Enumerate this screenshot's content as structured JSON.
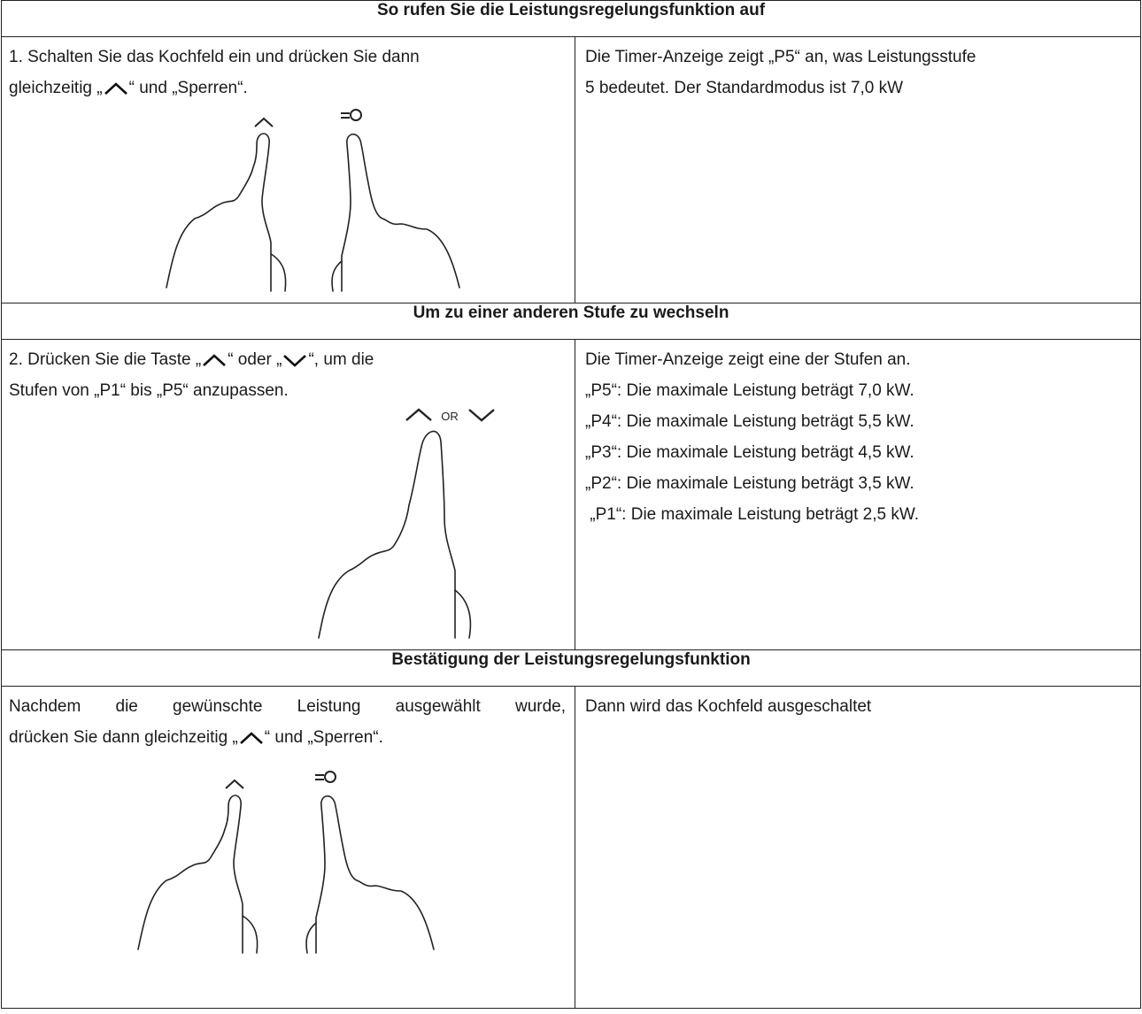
{
  "section1": {
    "header": "So rufen Sie die Leistungsregelungsfunktion auf",
    "left_line1": "1. Schalten Sie das Kochfeld ein und drücken Sie dann",
    "left_line2_pre": "gleichzeitig „",
    "left_line2_post": "“ und „Sperren“.",
    "right_line1": "Die Timer-Anzeige zeigt „P5“ an, was Leistungsstufe",
    "right_line2": "5 bedeutet. Der Standardmodus ist 7,0 kW"
  },
  "section2": {
    "header": "Um zu einer anderen Stufe zu wechseln",
    "left_line1_pre": "2. Drücken Sie die Taste „",
    "left_line1_mid": "“ oder „",
    "left_line1_post": "“, um die",
    "left_line2": "Stufen von „P1“ bis „P5“ anzupassen.",
    "or_label": "OR",
    "right_lines": [
      "Die Timer-Anzeige zeigt eine der Stufen an.",
      "„P5“: Die maximale Leistung beträgt 7,0 kW.",
      "„P4“: Die maximale Leistung beträgt 5,5 kW.",
      "„P3“: Die maximale Leistung beträgt 4,5 kW.",
      "„P2“: Die maximale Leistung beträgt 3,5 kW.",
      " „P1“: Die maximale Leistung beträgt 2,5 kW."
    ]
  },
  "section3": {
    "header": "Bestätigung der Leistungsregelungsfunktion",
    "left_line1": "Nachdem die gewünschte Leistung ausgewählt wurde,",
    "left_line2_pre": "drücken Sie dann gleichzeitig „",
    "left_line2_post": "“ und „Sperren“.",
    "right_line1": "Dann wird das Kochfeld ausgeschaltet"
  },
  "icons": {
    "up": "caret-up-icon",
    "down": "caret-down-icon",
    "lock": "lock-key-icon",
    "hand": "pointing-hand-icon"
  }
}
